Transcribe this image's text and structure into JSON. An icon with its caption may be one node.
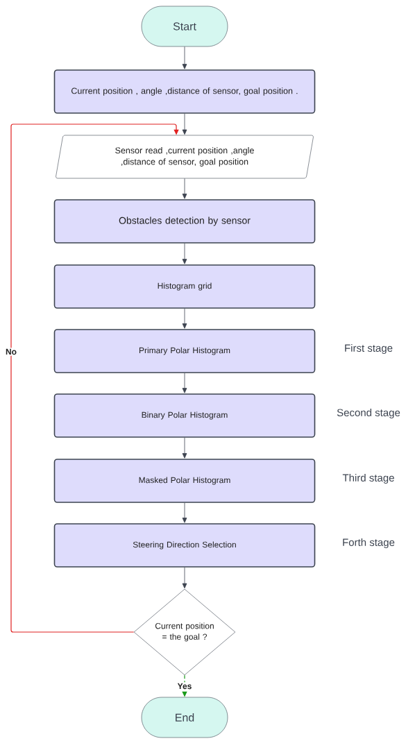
{
  "diagram": {
    "nodes": [
      {
        "text": [
          "Start"
        ]
      },
      {
        "text": [
          "Current position , angle ,distance of sensor, goal position ."
        ]
      },
      {
        "text": [
          "Sensor read ,current position ,angle ,distance of sensor, goal position"
        ]
      },
      {
        "text": [
          "Obstacles detection by sensor"
        ]
      },
      {
        "text": [
          "Histogram grid"
        ]
      },
      {
        "text": [
          "Primary Polar Histogram"
        ],
        "beside": [
          "First stage"
        ]
      },
      {
        "text": [
          "Binary Polar Histogram"
        ],
        "beside": [
          "Second stage"
        ]
      },
      {
        "text": [
          "Masked Polar Histogram"
        ],
        "beside": [
          "Third stage"
        ]
      },
      {
        "text": [
          "Steering Direction Selection"
        ],
        "beside": [
          "Forth stage"
        ]
      },
      {
        "text": [
          "Current position = the goal ?"
        ]
      },
      {
        "text": [
          "End"
        ]
      }
    ],
    "edges": [
      {
        "from": 0,
        "to": 1,
        "arrow": "to"
      },
      {
        "from": 1,
        "to": 2,
        "arrow": "to"
      },
      {
        "from": 2,
        "to": 3,
        "arrow": "to"
      },
      {
        "from": 3,
        "to": 4,
        "arrow": "to"
      },
      {
        "from": 4,
        "to": 5,
        "arrow": "to"
      },
      {
        "from": 5,
        "to": 6,
        "arrow": "to"
      },
      {
        "from": 6,
        "to": 7,
        "arrow": "to"
      },
      {
        "from": 7,
        "to": 8,
        "arrow": "to"
      },
      {
        "from": 8,
        "to": 9,
        "arrow": "to"
      },
      {
        "from": 9,
        "to": 2,
        "arrow": "to",
        "label": "No",
        "color": "#e02020"
      },
      {
        "from": 9,
        "to": 10,
        "arrow": "to",
        "label": "Yes",
        "style": "dashed",
        "color": "#1a9a1a"
      }
    ]
  }
}
